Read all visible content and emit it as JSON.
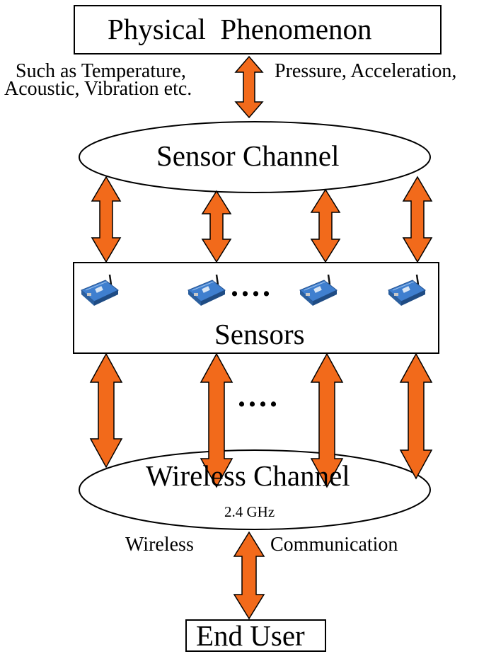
{
  "diagram": {
    "physical_phenomenon": "Physical  Phenomenon",
    "examples_line1_left": "Such as Temperature,",
    "examples_line1_right": "Pressure, Acceleration,",
    "examples_line2": "Acoustic, Vibration etc.",
    "sensor_channel": "Sensor Channel",
    "sensors": "Sensors",
    "ellipsis": "....",
    "wireless_channel": "Wireless Channel",
    "frequency": "2.4 GHz",
    "wireless_word": "Wireless",
    "communication_word": "Communication",
    "end_user": "End User"
  },
  "colors": {
    "arrow_fill": "#f26a1b",
    "stroke": "#000000",
    "board_blue": "#3f7fcf"
  },
  "icons": [
    "sensor-board-icon",
    "sensor-board-icon",
    "sensor-board-icon",
    "sensor-board-icon"
  ]
}
